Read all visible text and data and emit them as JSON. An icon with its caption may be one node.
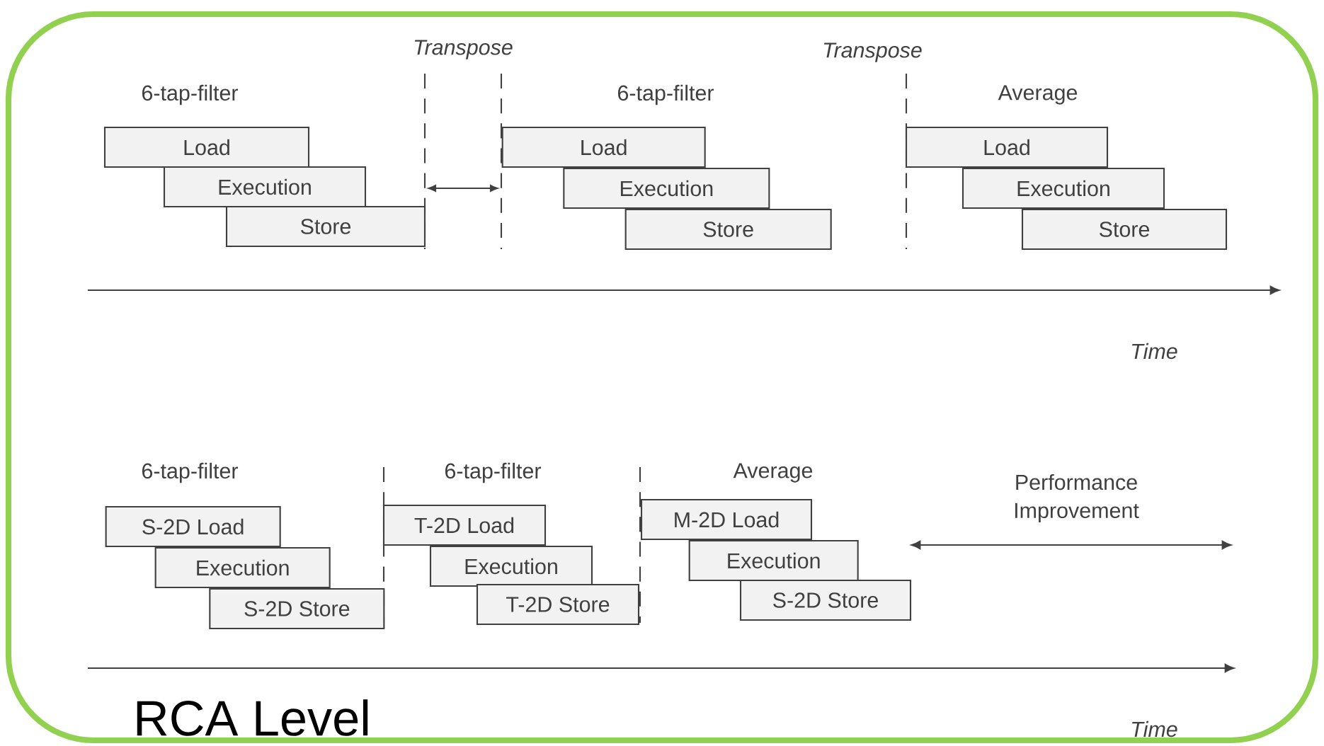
{
  "diagram": {
    "nodes": [
      {
        "text": [
          "Load"
        ]
      },
      {
        "text": [
          "Execution"
        ]
      },
      {
        "text": [
          "Store"
        ]
      },
      {
        "text": [
          "Load"
        ]
      },
      {
        "text": [
          "Execution"
        ]
      },
      {
        "text": [
          "Store"
        ]
      },
      {
        "text": [
          "Load"
        ]
      },
      {
        "text": [
          "Execution"
        ]
      },
      {
        "text": [
          "Store"
        ]
      },
      {
        "text": [
          "S-2D Load"
        ]
      },
      {
        "text": [
          "Execution"
        ]
      },
      {
        "text": [
          "S-2D Store"
        ]
      },
      {
        "text": [
          "T-2D Load"
        ]
      },
      {
        "text": [
          "Execution"
        ]
      },
      {
        "text": [
          "T-2D Store"
        ]
      },
      {
        "text": [
          "M-2D Load"
        ]
      },
      {
        "text": [
          "Execution"
        ]
      },
      {
        "text": [
          "S-2D Store"
        ]
      }
    ],
    "labels": [
      "Transpose",
      "Transpose",
      "6-tap-filter",
      "6-tap-filter",
      "Average",
      "Time",
      "6-tap-filter",
      "6-tap-filter",
      "Average",
      "Performance Improvement",
      "Time",
      "RCA Level"
    ]
  }
}
